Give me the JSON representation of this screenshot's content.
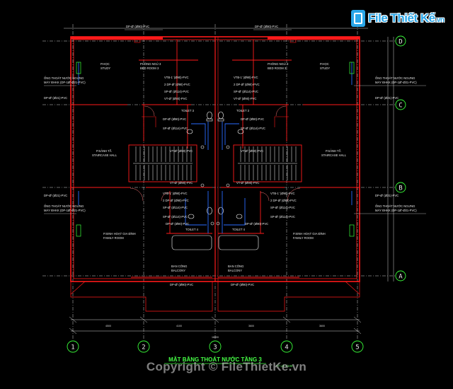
{
  "brand": {
    "logo_text": "File Thiết Kế",
    "logo_domain": ".vn",
    "copyright": "Copyright © FileThietKe.vn"
  },
  "colors": {
    "background": "#000000",
    "wall": "#ff1a1a",
    "pipe": "#2a6bff",
    "fixture": "#ffffff",
    "axis": "#ffffff",
    "title": "#46ff46",
    "logo": "#2aa6e8"
  },
  "drawing": {
    "title": "MẶT BẰNG THOÁT NƯỚC TẦNG 3",
    "scale_note": "TỶ LỆ 1/100",
    "axes_x": [
      "1",
      "2",
      "3",
      "4",
      "5"
    ],
    "axes_y": [
      "D",
      "C",
      "B",
      "A"
    ],
    "dims_bottom": [
      "4500",
      "4100",
      "3600",
      "3600"
    ],
    "dim_total": "16000",
    "rooms": {
      "study_l": [
        "P.HỌC",
        "STUDY"
      ],
      "study_r": [
        "P.HỌC",
        "STUDY"
      ],
      "bed_l": [
        "PHÒNG NGỦ 3",
        "BED ROOM 3"
      ],
      "bed_r": [
        "PHÒNG NGỦ 3",
        "BED ROOM 3"
      ],
      "wc3_l": "TOILET 3",
      "wc3_r": "TOILET 3",
      "hall_l": [
        "P.SẢNH TẦ",
        "STAIRCASE HALL"
      ],
      "hall_r": [
        "P.SẢNH TẦ",
        "STAIRCASE HALL"
      ],
      "family_l": [
        "P.SINH HOẠT GIA ĐÌNH",
        "FAMILY ROOM"
      ],
      "family_r": [
        "P.SINH HOẠT GIA ĐÌNH",
        "FAMILY ROOM"
      ],
      "wc4_l": "TOILET 4",
      "wc4_r": "TOILET 4",
      "bal_l": [
        "BAN CÔNG",
        "BALCONY"
      ],
      "bal_r": [
        "BAN CÔNG",
        "BALCONY"
      ]
    },
    "pipe_notes": {
      "top_l": "DP-Ø' (Ø90)-PVC",
      "top_r": "DP-Ø' (Ø90)-PVC",
      "side_upper_l": [
        "ỐNG THOÁT NƯỚC NGƯNG",
        "MÁY ĐHKK (DP-1Ø'-Ø21-PVC)"
      ],
      "side_upper_r": [
        "ỐNG THOÁT NƯỚC NGƯNG",
        "MÁY ĐHKK (DP-1Ø'-Ø21-PVC)"
      ],
      "side_lower_l": [
        "ỐNG THOÁT NƯỚC NGƯNG",
        "MÁY ĐHKK (DP-1Ø'-Ø21-PVC)"
      ],
      "side_lower_r": [
        "ỐNG THOÁT NƯỚC NGƯNG",
        "MÁY ĐHKK (DP-1Ø'-Ø21-PVC)"
      ],
      "c_left": "DP-Ø' (Ø21)-PVC",
      "c_right": "DP-Ø' (Ø21)-PVC",
      "b_left": "DP-Ø' (Ø21)-PVC",
      "b_right": "DP-Ø' (Ø21)-PVC",
      "bed_stack_l": [
        "VTB-1' (Ø90)-PVC",
        "2 DP-Ø' (Ø90)-PVC",
        "SP-Ø' (Ø114)-PVC",
        "VT-Ø' (Ø90)-PVC"
      ],
      "bed_stack_r": [
        "VTB-1' (Ø90)-PVC",
        "2 DP-Ø' (Ø90)-PVC",
        "SP-Ø' (Ø114)-PVC",
        "VT-Ø' (Ø90)-PVC"
      ],
      "wc3_stack_l": [
        "DP-Ø' (Ø90)-PVC",
        "SP-Ø' (Ø114)-PVC"
      ],
      "wc3_stack_r": [
        "DP-Ø' (Ø90)-PVC",
        "SP-Ø' (Ø114)-PVC"
      ],
      "stair_l": "VT-Ø' (Ø90)-PVC",
      "stair_r": "VT-Ø' (Ø90)-PVC",
      "stair_low_l": "VT-Ø' (Ø90)-PVC",
      "stair_low_r": "VT-Ø' (Ø90)-PVC",
      "fam_stack_l": [
        "VTB-1' (Ø90)-PVC",
        "2 DP-Ø' (Ø90)-PVC",
        "SP-Ø' (Ø114)-PVC",
        "SP-Ø' (Ø114)-PVC"
      ],
      "fam_stack_r": [
        "VTB-1' (Ø90)-PVC",
        "2 DP-Ø' (Ø90)-PVC",
        "SP-Ø' (Ø114)-PVC",
        "SP-Ø' (Ø114)-PVC"
      ],
      "wc4_l": "DP-Ø' (Ø90)-PVC",
      "wc4_r": "DP-Ø' (Ø90)-PVC",
      "bal_l": "DP-Ø' (Ø90)-PVC",
      "bal_r": "DP-Ø' (Ø90)-PVC"
    }
  }
}
